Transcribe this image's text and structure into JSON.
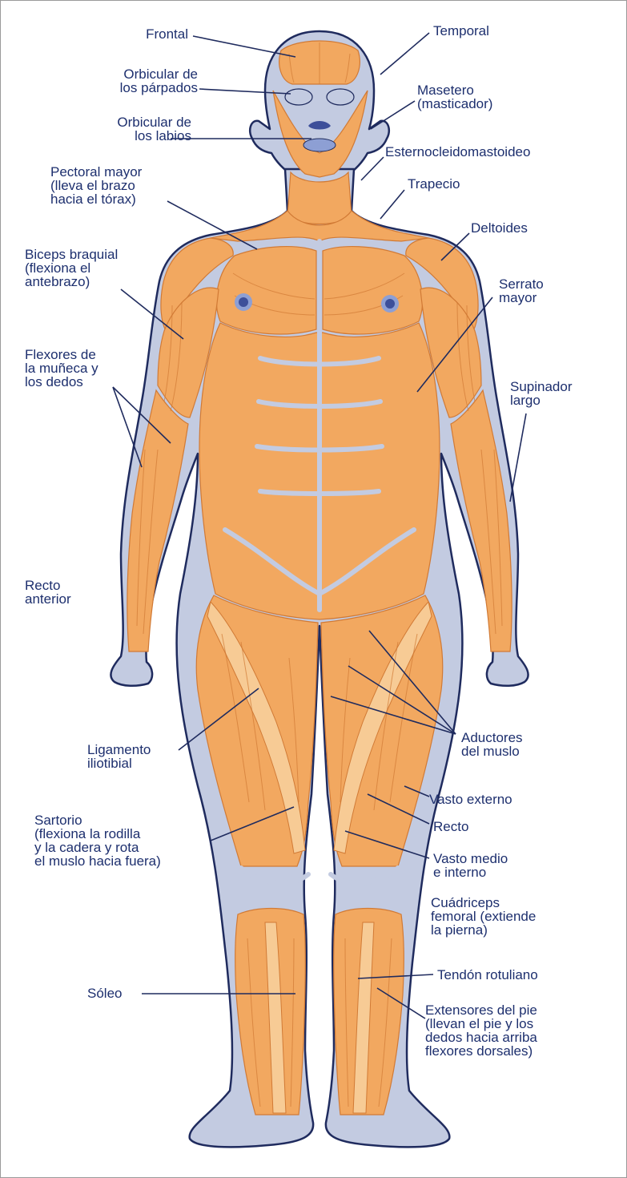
{
  "colors": {
    "muscle": "#f2a860",
    "muscle_light": "#f7cb95",
    "fibre": "#d17a35",
    "tendon": "#c3cbe1",
    "outline": "#1f2b5e",
    "label_text": "#1d2f6e",
    "nipple": "#3d4f9a"
  },
  "labels": {
    "frontal": "Frontal",
    "temporal": "Temporal",
    "orbicular_parpados": "Orbicular de\nlos párpados",
    "masetero": "Masetero\n(masticador)",
    "orbicular_labios": "Orbicular de\nlos labios",
    "esternocleidomastoideo": "Esternocleidomastoideo",
    "pectoral_mayor": "Pectoral mayor\n(lleva el brazo\nhacia el tórax)",
    "trapecio": "Trapecio",
    "deltoides": "Deltoides",
    "biceps": "Biceps braquial\n(flexiona el\nantebrazo)",
    "serrato": "Serrato\nmayor",
    "flexores": "Flexores de\nla muñeca y\nlos dedos",
    "supinador": "Supinador\nlargo",
    "recto_anterior": "Recto\nanterior",
    "ligamento": "Ligamento\niliotibial",
    "aductores": "Aductores\ndel muslo",
    "vasto_externo": "Vasto externo",
    "sartorio": "Sartorio\n(flexiona la rodilla\ny la cadera y rota\nel muslo hacia fuera)",
    "recto": "Recto",
    "vasto_medio": "Vasto medio\ne interno",
    "cuadriceps": "Cuádriceps\nfemoral (extiende\nla pierna)",
    "tendon_rotuliano": "Tendón rotuliano",
    "soleo": "Sóleo",
    "extensores": "Extensores del pie\n(llevan el pie y los\ndedos hacia arriba\nflexores dorsales)"
  }
}
